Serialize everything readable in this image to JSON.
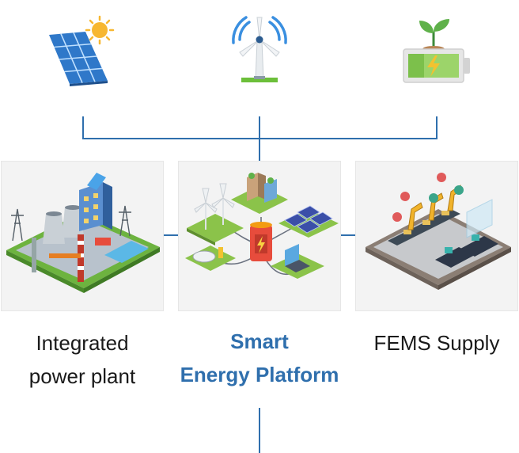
{
  "accent_color": "#2f6fad",
  "line_color": "#2f6fad",
  "top_icons": [
    {
      "name": "solar-panel-icon"
    },
    {
      "name": "wind-turbine-icon"
    },
    {
      "name": "battery-plant-icon"
    }
  ],
  "cards": [
    {
      "name": "integrated-power-plant",
      "label_line1": "Integrated",
      "label_line2": "power plant"
    },
    {
      "name": "smart-energy-platform",
      "label_line1": "Smart",
      "label_line2": "Energy Platform"
    },
    {
      "name": "fems-supply",
      "label_line1": "FEMS Supply",
      "label_line2": ""
    }
  ]
}
